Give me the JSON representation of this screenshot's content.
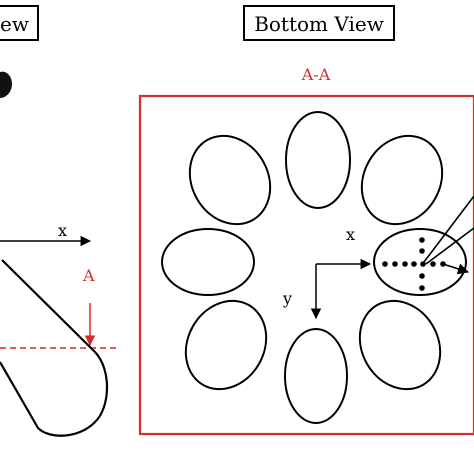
{
  "left_panel": {
    "title_fragment": "ew",
    "axis_x_label": "x",
    "section_marker": "A"
  },
  "right_panel": {
    "title": "Bottom View",
    "section_title": "A-A",
    "axis_x_label": "x",
    "axis_y_label": "y"
  },
  "colors": {
    "line": "#000000",
    "section": "#d32f2f"
  }
}
